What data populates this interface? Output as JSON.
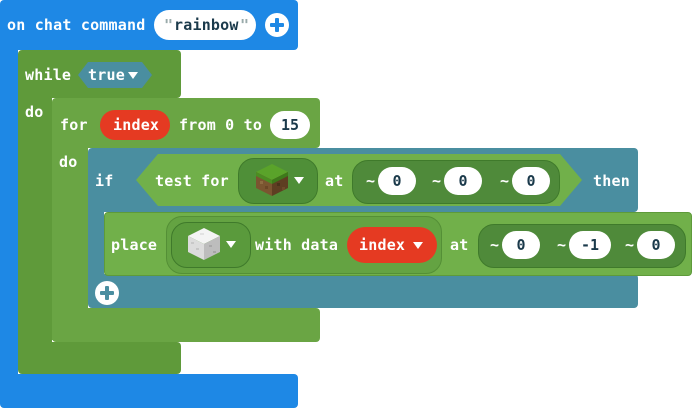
{
  "event_block": {
    "label": "on chat command",
    "command_value": "rainbow",
    "quote_open": "\"",
    "quote_close": "\""
  },
  "while_block": {
    "label": "while",
    "condition": "true",
    "do_label": "do"
  },
  "for_block": {
    "label": "for",
    "variable": "index",
    "from_label": "from 0 to",
    "to_value": "15",
    "do_label": "do"
  },
  "if_block": {
    "label": "if",
    "then_label": "then",
    "condition": {
      "label": "test for",
      "at_label": "at",
      "tilde": "~",
      "coords": [
        "0",
        "0",
        "0"
      ]
    }
  },
  "place_block": {
    "label": "place",
    "with_data_label": "with data",
    "data_variable": "index",
    "at_label": "at",
    "tilde": "~",
    "coords": [
      "0",
      "-1",
      "0"
    ]
  },
  "colors": {
    "event": "#1e88e5",
    "loops": "#5f9a3a",
    "logic": "#4a8ea0",
    "blocks": "#71b04a",
    "variable": "#e53a22"
  },
  "icons": {
    "add": "plus-circle-icon",
    "dropdown": "triangle-down-icon",
    "grass_block": "grass-block-icon",
    "wool_block": "white-wool-block-icon"
  }
}
